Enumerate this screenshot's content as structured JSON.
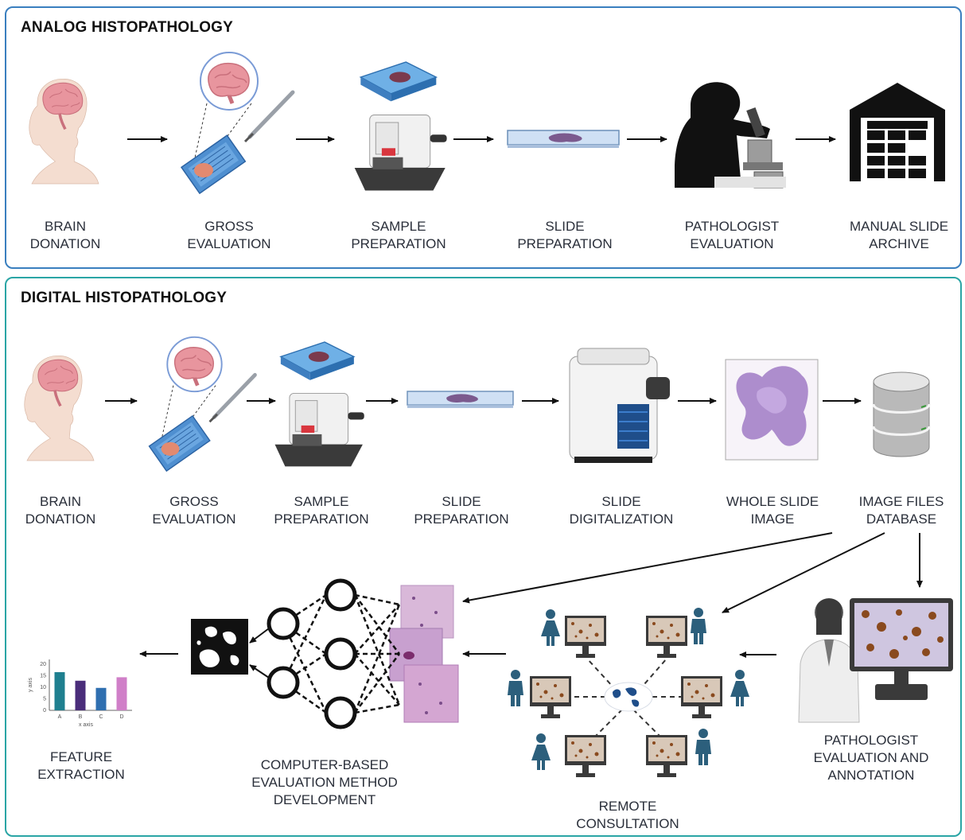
{
  "analog": {
    "title": "ANALOG HISTOPATHOLOGY",
    "steps": [
      {
        "line1": "BRAIN",
        "line2": "DONATION"
      },
      {
        "line1": "GROSS",
        "line2": "EVALUATION"
      },
      {
        "line1": "SAMPLE",
        "line2": "PREPARATION"
      },
      {
        "line1": "SLIDE",
        "line2": "PREPARATION"
      },
      {
        "line1": "PATHOLOGIST",
        "line2": "EVALUATION"
      },
      {
        "line1": "MANUAL SLIDE",
        "line2": "ARCHIVE"
      }
    ]
  },
  "digital": {
    "title": "DIGITAL HISTOPATHOLOGY",
    "steps": [
      {
        "line1": "BRAIN",
        "line2": "DONATION"
      },
      {
        "line1": "GROSS",
        "line2": "EVALUATION"
      },
      {
        "line1": "SAMPLE",
        "line2": "PREPARATION"
      },
      {
        "line1": "SLIDE",
        "line2": "PREPARATION"
      },
      {
        "line1": "SLIDE",
        "line2": "DIGITALIZATION"
      },
      {
        "line1": "WHOLE SLIDE",
        "line2": "IMAGE"
      },
      {
        "line1": "IMAGE FILES",
        "line2": "DATABASE"
      }
    ],
    "lower": {
      "feature": {
        "line1": "FEATURE",
        "line2": "EXTRACTION"
      },
      "computer": {
        "line1": "COMPUTER-BASED",
        "line2": "EVALUATION METHOD",
        "line3": "DEVELOPMENT"
      },
      "remote": {
        "line1": "REMOTE",
        "line2": "CONSULTATION"
      },
      "pathologist": {
        "line1": "PATHOLOGIST",
        "line2": "EVALUATION AND",
        "line3": "ANNOTATION"
      }
    }
  },
  "mini_chart": {
    "type": "bar",
    "categories": [
      "A",
      "B",
      "C",
      "D"
    ],
    "values": [
      16.5,
      12.8,
      9.7,
      14.3
    ],
    "colors": [
      "#1f7f8f",
      "#4a2d7a",
      "#2f6fb0",
      "#d07fc8"
    ],
    "yticks": [
      "0",
      "5",
      "10",
      "15",
      "20"
    ],
    "ylim": [
      0,
      22
    ],
    "xlabel": "x axis",
    "ylabel": "y axis"
  },
  "colors": {
    "analog_border": "#3a7fbf",
    "digital_border": "#2aa5a5",
    "brain": "#e8959e",
    "cassette": "#4f8fd0",
    "tissue_purple": "#8a5aa8",
    "person_teal": "#2c5f7c"
  }
}
